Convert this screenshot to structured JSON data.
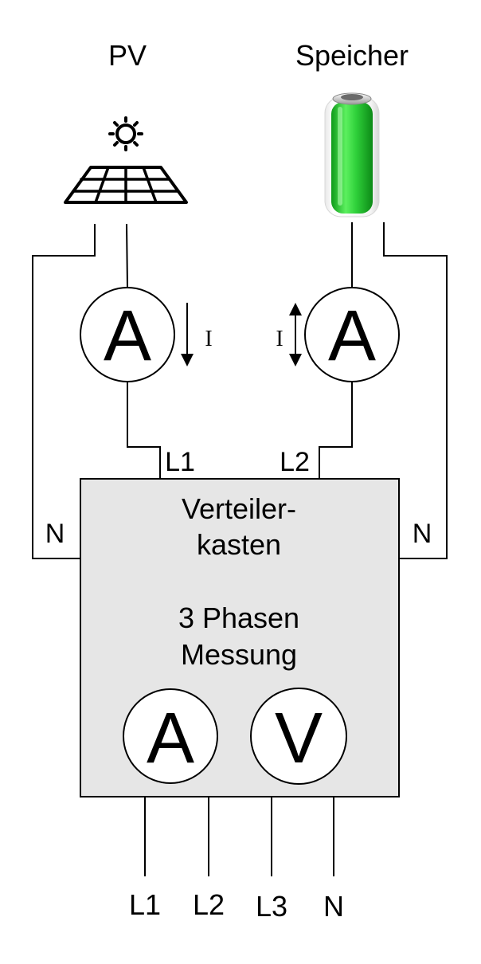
{
  "labels": {
    "pv": "PV",
    "speicher": "Speicher",
    "box_line1": "Verteiler-",
    "box_line2": "kasten",
    "box_line3": "3 Phasen",
    "box_line4": "Messung",
    "l1_top": "L1",
    "l2_top": "L2",
    "n_left": "N",
    "n_right": "N",
    "current_left": "I",
    "current_right": "I",
    "bottom": [
      "L1",
      "L2",
      "L3",
      "N"
    ]
  },
  "meters": {
    "ammeter_pv": "A",
    "ammeter_speicher": "A",
    "ammeter_box": "A",
    "voltmeter_box": "V"
  },
  "icons": {
    "pv": "solar-panel-icon",
    "speicher": "battery-icon"
  },
  "colors": {
    "box_fill": "#e6e6e6",
    "battery_green": "#2ecc40"
  }
}
